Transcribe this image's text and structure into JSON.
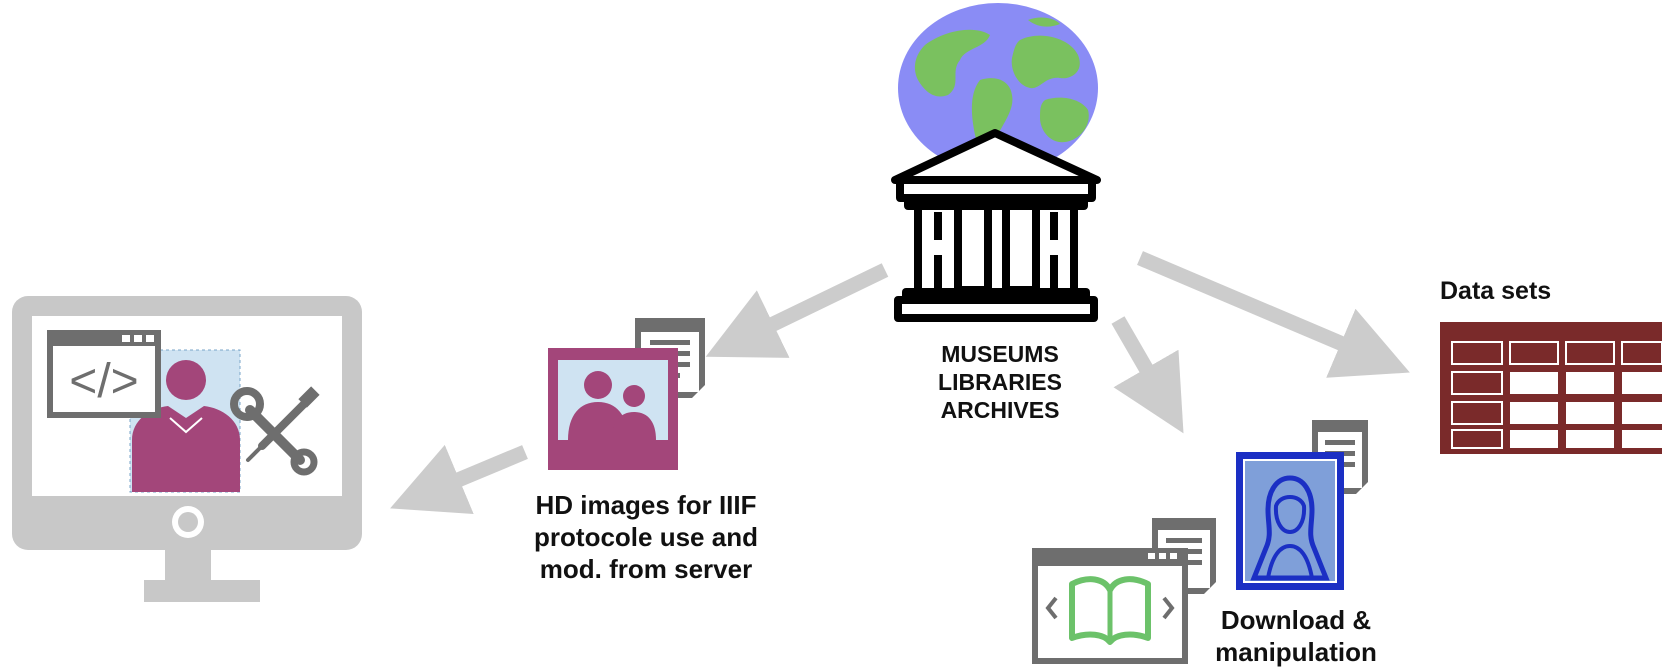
{
  "institution": {
    "lines": [
      "MUSEUMS",
      "LIBRARIES",
      "ARCHIVES"
    ]
  },
  "hd_images": {
    "lines": [
      "HD images for IIIF",
      "protocole use and",
      "mod. from server"
    ]
  },
  "data_sets": {
    "label": "Data sets"
  },
  "download": {
    "lines": [
      "Download &",
      "manipulation"
    ]
  },
  "icons": {
    "globe": "globe-icon",
    "building": "museum-building-icon",
    "photo": "portrait-photo-icon",
    "monitor": "developer-monitor-icon",
    "table": "data-table-icon",
    "portrait": "painting-portrait-icon",
    "book": "book-browser-icon"
  },
  "colors": {
    "arrow": "#cccccc",
    "globe_water": "#8a8cf5",
    "globe_land": "#7ac15f",
    "photo_magenta": "#a3467a",
    "photo_bg": "#cfe3f2",
    "monitor_gray": "#c8c8c8",
    "code_gray": "#6e6e6e",
    "table_red": "#7a2a2a",
    "portrait_blue": "#1b2fc4",
    "portrait_fill": "#7f9fd9",
    "book_green": "#6cc26a"
  }
}
